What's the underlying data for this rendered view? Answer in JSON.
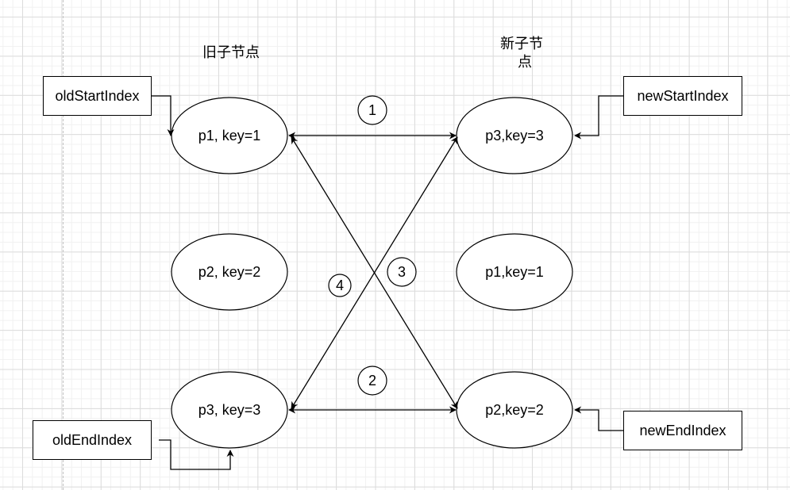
{
  "headers": {
    "old_children": "旧子节点",
    "new_children_line1": "新子节",
    "new_children_line2": "点"
  },
  "pointers": {
    "old_start": "oldStartIndex",
    "old_end": "oldEndIndex",
    "new_start": "newStartIndex",
    "new_end": "newEndIndex"
  },
  "old_nodes": [
    {
      "label": "p1, key=1"
    },
    {
      "label": "p2, key=2"
    },
    {
      "label": "p3, key=3"
    }
  ],
  "new_nodes": [
    {
      "label": "p3,key=3"
    },
    {
      "label": "p1,key=1"
    },
    {
      "label": "p2,key=2"
    }
  ],
  "comparisons": [
    {
      "step": "1",
      "from": "old_start",
      "to": "new_start"
    },
    {
      "step": "2",
      "from": "old_end",
      "to": "new_end"
    },
    {
      "step": "3",
      "from": "old_start",
      "to": "new_end"
    },
    {
      "step": "4",
      "from": "old_end",
      "to": "new_start"
    }
  ]
}
